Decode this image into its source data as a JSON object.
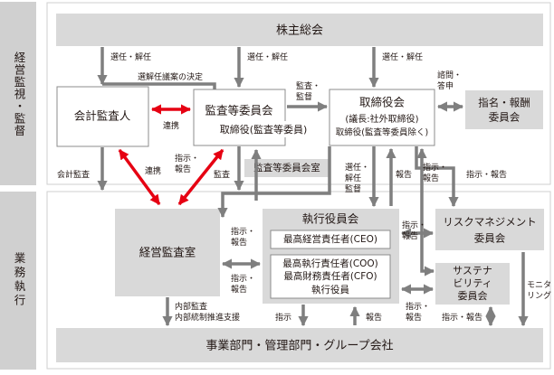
{
  "sections": {
    "oversight": "経営監視・監督",
    "execution": "業務執行"
  },
  "boxes": {
    "shareholders": "株主総会",
    "auditor": "会計監査人",
    "audit_committee": "監査等委員会",
    "audit_committee_sub": "取締役(監査等委員)",
    "audit_committee_office": "監査等委員会室",
    "board": "取締役会",
    "board_sub1": "(議長:社外取締役)",
    "board_sub2": "取締役(監査等委員除く)",
    "nomination": [
      "指名・報酬",
      "委員会"
    ],
    "exec_committee": "執行役員会",
    "ceo": "最高経営責任者(CEO)",
    "officers": [
      "最高執行責任者(COO)",
      "最高財務責任者(CFO)",
      "執行役員"
    ],
    "internal_audit": "経営監査室",
    "risk": [
      "リスクマネジメント",
      "委員会"
    ],
    "sustainability": [
      "サステナ",
      "ビリティ",
      "委員会"
    ],
    "business": "事業部門・管理部門・グループ会社"
  },
  "labels": {
    "elect1": "選任・解任",
    "elect2": "選任・解任",
    "elect3": "選任・解任",
    "proposal": "選解任議案の決定",
    "audit_supervise": [
      "監査・",
      "監督"
    ],
    "consult": [
      "諮問・",
      "答申"
    ],
    "liaison1": "連携",
    "liaison2": "連携",
    "instruct_report1": [
      "指示・",
      "報告"
    ],
    "accounting_audit": "会計監査",
    "audit": "監査",
    "elect_supervise": [
      "選任・",
      "解任",
      "監督"
    ],
    "report1": "報告",
    "instruct_report2": "指示・報告",
    "instruct_report3": [
      "指示・",
      "報告"
    ],
    "instruct_report4": [
      "指示・",
      "報告"
    ],
    "instruct_report5": [
      "指示・",
      "報告"
    ],
    "instruct_report6": [
      "指示・",
      "報告"
    ],
    "instruct_report7": [
      "指示・",
      "報告"
    ],
    "instruct_report8": "指示・報告",
    "internal_support": [
      "内部監査",
      "内部統制推進支援"
    ],
    "instruct": "指示",
    "report2": "報告",
    "monitoring": [
      "モニタ",
      "リング"
    ]
  },
  "colors": {
    "sidebar": "#d0d0d0",
    "box_gray": "#d9d9d9",
    "box_white": "#ffffff",
    "arrow_gray": "#7f7f7f",
    "arrow_red": "#e60012",
    "border": "#8c8c8c",
    "text": "#231815"
  }
}
